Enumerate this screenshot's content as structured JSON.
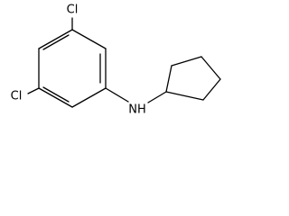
{
  "molecule": {
    "atoms": {
      "cl_top": "Cl",
      "cl_left": "Cl",
      "nh": "NH"
    }
  }
}
